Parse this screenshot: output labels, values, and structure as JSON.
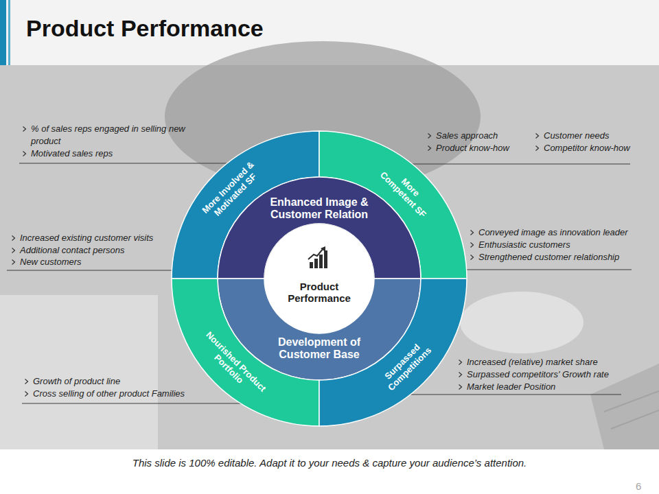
{
  "diagram": {
    "title": "Product Performance",
    "caption": "This slide is 100% editable. Adapt it to your needs & capture your audience’s attention.",
    "nodes": [
      {
        "text": [
          "More Involved & Motivated SF"
        ]
      },
      {
        "text": [
          "More Competent SF"
        ]
      },
      {
        "text": [
          "Enhanced Image & Customer Relation"
        ]
      },
      {
        "text": [
          "Product Performance"
        ]
      },
      {
        "text": [
          "Development of Customer Base"
        ]
      },
      {
        "text": [
          "Nourished Product Portfolio"
        ]
      },
      {
        "text": [
          "Surpassed Competitions"
        ]
      }
    ],
    "labels": [
      "% of sales reps engaged in selling new product",
      "Motivated sales reps",
      "Sales approach",
      "Customer needs",
      "Product know-how",
      "Competitor know-how",
      "Increased existing customer visits",
      "Additional contact persons",
      "New customers",
      "Conveyed image as innovation leader",
      "Enthusiastic customers",
      "Strengthened customer relationship",
      "Growth of product line",
      "Cross selling of other product Families",
      "Increased (relative) market share",
      "Surpassed competitors' Growth rate",
      "Market leader Position",
      "6"
    ]
  }
}
